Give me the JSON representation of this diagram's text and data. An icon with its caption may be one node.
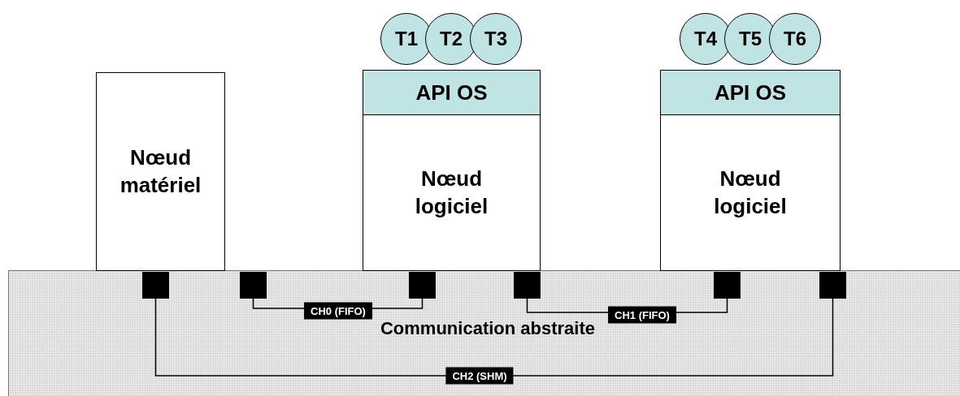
{
  "diagram": {
    "nodes": [
      {
        "text": [
          "T1"
        ]
      },
      {
        "text": [
          "T2"
        ]
      },
      {
        "text": [
          "T3"
        ]
      },
      {
        "text": [
          "T4"
        ]
      },
      {
        "text": [
          "T5"
        ]
      },
      {
        "text": [
          "T6"
        ]
      },
      {
        "text": [
          "API OS"
        ]
      },
      {
        "text": [
          "API OS"
        ]
      },
      {
        "text": [
          "Nœud matériel"
        ]
      },
      {
        "text": [
          "Nœud logiciel"
        ]
      },
      {
        "text": [
          "Nœud logiciel"
        ]
      },
      {
        "text": [
          "Communication abstraite"
        ]
      },
      {
        "text": [],
        "shape": "box",
        "in": 11
      },
      {
        "text": [],
        "shape": "box",
        "in": 11
      },
      {
        "text": [],
        "shape": "box",
        "in": 11
      },
      {
        "text": [],
        "shape": "box",
        "in": 11
      },
      {
        "text": [],
        "shape": "box",
        "in": 11
      },
      {
        "text": [],
        "shape": "box",
        "in": 11
      }
    ],
    "edges": [
      {
        "from": 13,
        "to": 14,
        "arrow": "none",
        "label": "CH0 (FIFO)"
      },
      {
        "from": 15,
        "to": 16,
        "arrow": "none",
        "label": "CH1 (FIFO)"
      },
      {
        "from": 12,
        "to": 17,
        "arrow": "none",
        "label": "CH2 (SHM)"
      }
    ]
  }
}
